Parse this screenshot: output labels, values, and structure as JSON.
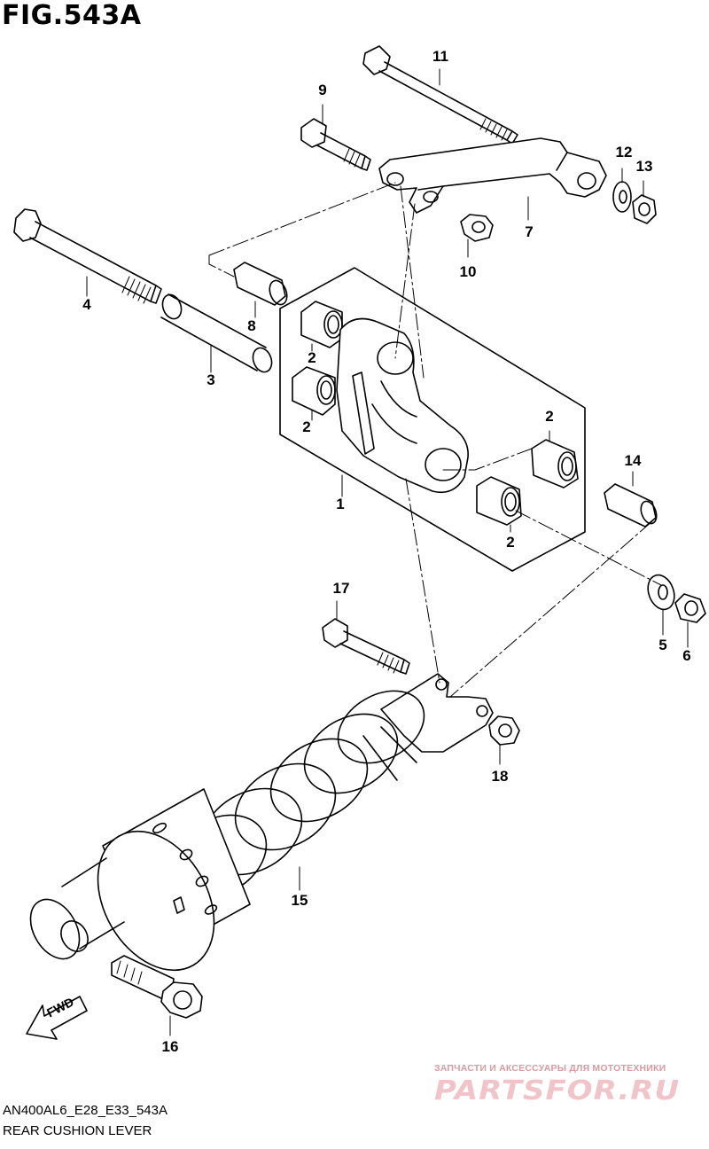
{
  "figure": {
    "title": "FIG.543A"
  },
  "callouts": {
    "c1": "1",
    "c2a": "2",
    "c2b": "2",
    "c2c": "2",
    "c2d": "2",
    "c3": "3",
    "c4": "4",
    "c5": "5",
    "c6": "6",
    "c7": "7",
    "c8": "8",
    "c9": "9",
    "c10": "10",
    "c11": "11",
    "c12": "12",
    "c13": "13",
    "c14": "14",
    "c15": "15",
    "c16": "16",
    "c17": "17",
    "c18": "18"
  },
  "direction_arrow": {
    "label": "FWD"
  },
  "footer": {
    "code": "AN400AL6_E28_E33_543A",
    "name": "REAR CUSHION LEVER"
  },
  "watermark": {
    "tagline": "ЗАПЧАСТИ И АКСЕССУАРЫ ДЛЯ МОТОТЕХНИКИ",
    "logo": "PARTSFOR.RU"
  }
}
